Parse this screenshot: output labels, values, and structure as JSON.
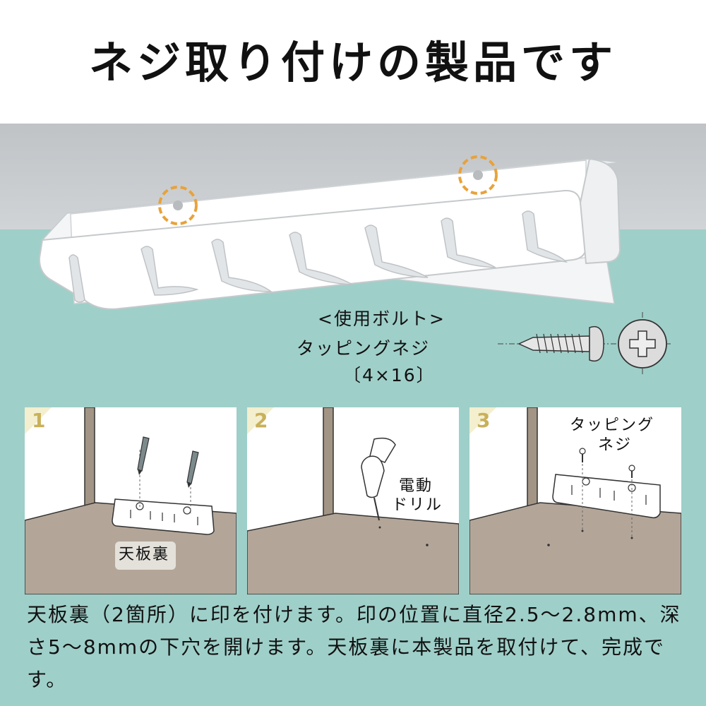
{
  "title": "ネジ取り付けの製品です",
  "bolt": {
    "heading": "<使用ボルト>",
    "name": "タッピングネジ",
    "size": "〔4×16〕"
  },
  "steps": [
    {
      "number": "1",
      "label": "天板裏"
    },
    {
      "number": "2",
      "label_line1": "電動",
      "label_line2": "ドリル"
    },
    {
      "number": "3",
      "label_line1": "タッピング",
      "label_line2": "ネジ"
    }
  ],
  "description": "天板裏（2箇所）に印を付けます。印の位置に直径2.5〜2.8mm、深さ5〜8mmの下穴を開けます。天板裏に本製品を取付けて、完成です。",
  "colors": {
    "background": "#9fcfc9",
    "accent_ring": "#e8a23a",
    "floor": "#b3a699",
    "post": "#a39585",
    "step_number": "#c9b15a"
  }
}
